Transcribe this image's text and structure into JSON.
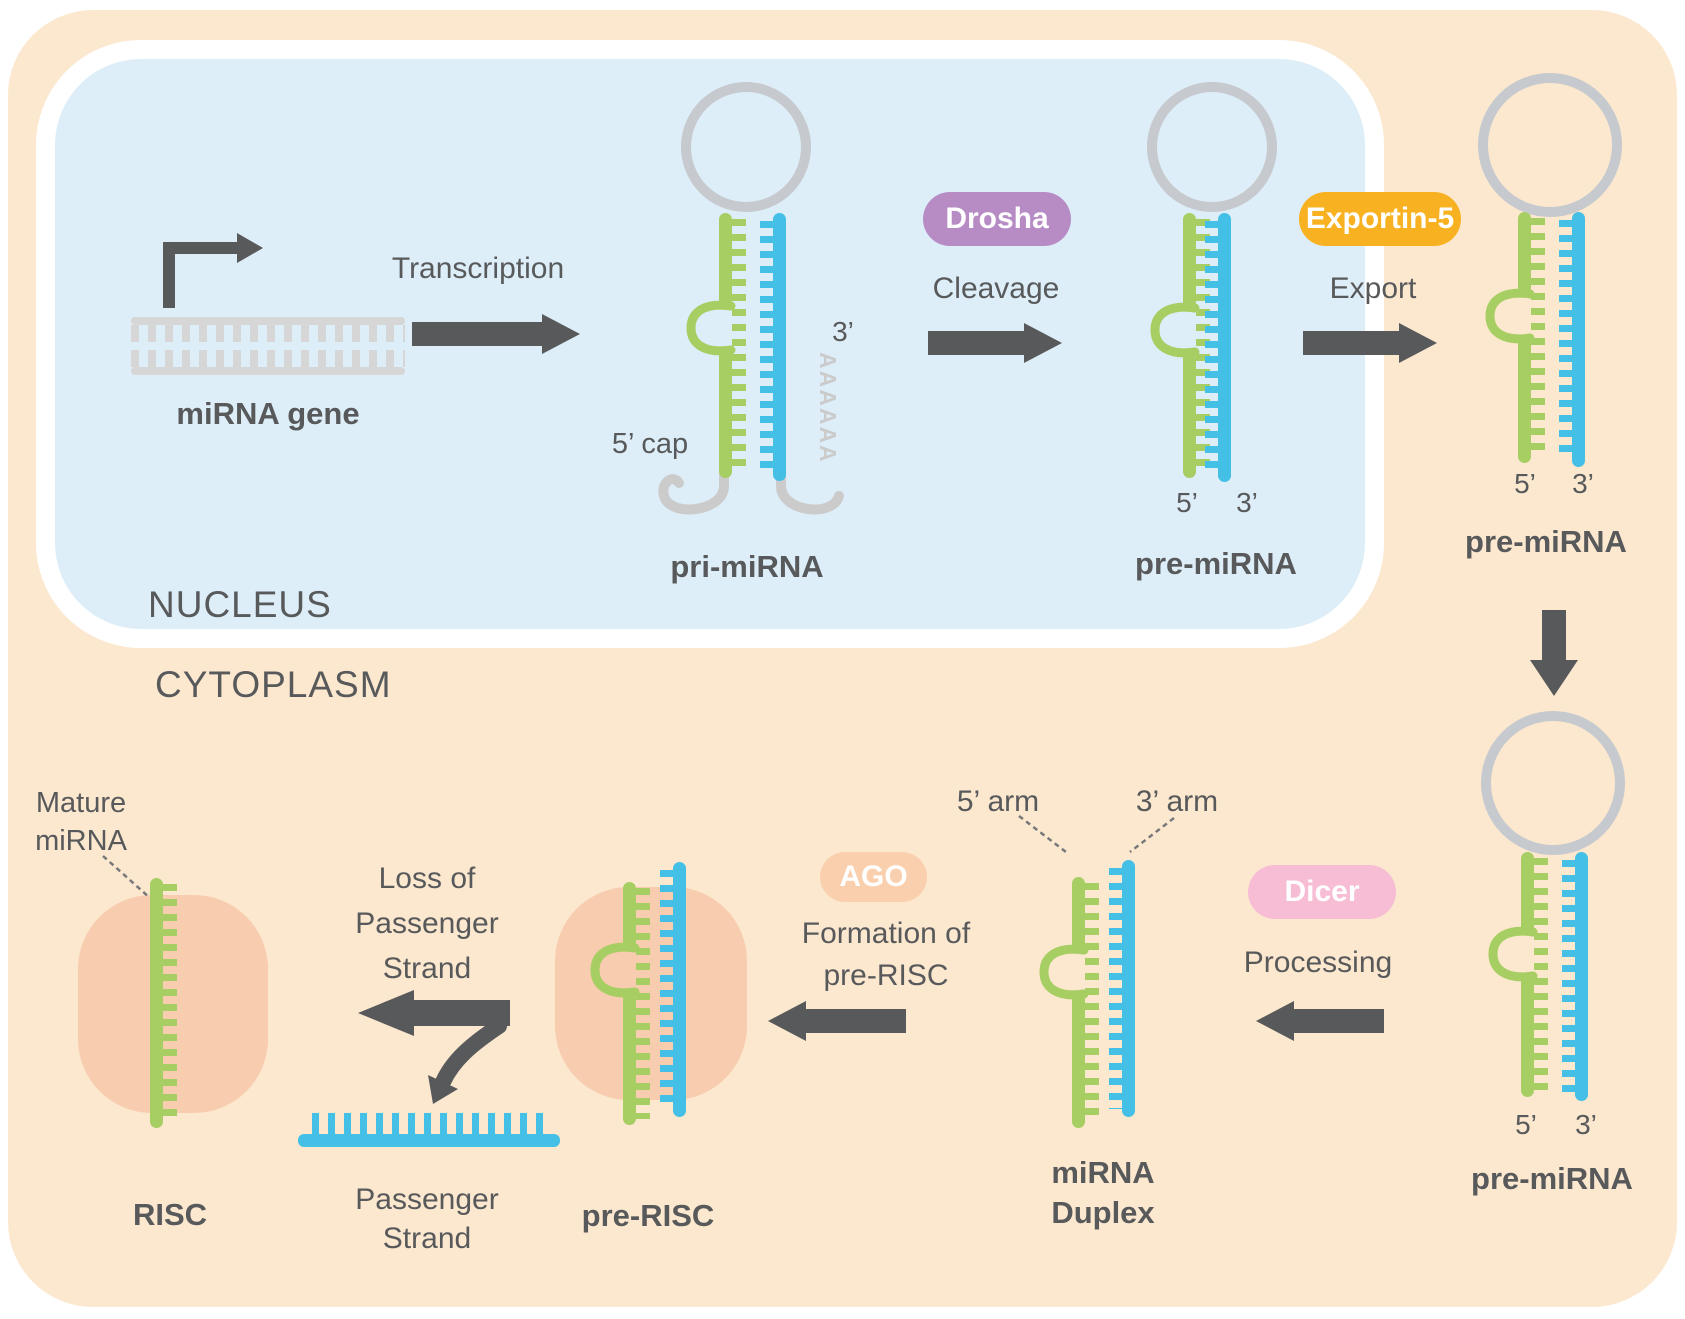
{
  "regions": {
    "nucleus": "NUCLEUS",
    "cytoplasm": "CYTOPLASM"
  },
  "stages": {
    "gene": {
      "label": "miRNA gene"
    },
    "transcription": {
      "label": "Transcription"
    },
    "pri_mirna": {
      "label": "pri-miRNA",
      "cap": "5’ cap",
      "poly_a": "AAAAAA",
      "three_prime": "3’"
    },
    "drosha": {
      "badge": "Drosha",
      "action": "Cleavage"
    },
    "pre_mirna_nucleus": {
      "label": "pre-miRNA",
      "five": "5’",
      "three": "3’"
    },
    "exportin5": {
      "badge": "Exportin-5",
      "action": "Export"
    },
    "pre_mirna_cyto_top": {
      "label": "pre-miRNA",
      "five": "5’",
      "three": "3’"
    },
    "pre_mirna_cyto_bottom": {
      "label": "pre-miRNA",
      "five": "5’",
      "three": "3’"
    },
    "dicer": {
      "badge": "Dicer",
      "action": "Processing"
    },
    "mirna_duplex": {
      "label_line1": "miRNA",
      "label_line2": "Duplex",
      "five_arm": "5’ arm",
      "three_arm": "3’ arm"
    },
    "ago": {
      "badge": "AGO",
      "action_line1": "Formation of",
      "action_line2": "pre-RISC"
    },
    "pre_risc": {
      "label": "pre-RISC"
    },
    "loss": {
      "line1": "Loss of",
      "line2": "Passenger",
      "line3": "Strand"
    },
    "passenger_strand": {
      "label_line1": "Passenger",
      "label_line2": "Strand"
    },
    "risc": {
      "label": "RISC",
      "mature_line1": "Mature",
      "mature_line2": "miRNA"
    }
  },
  "colors": {
    "green": "#a6ce62",
    "blue": "#44c0e7",
    "loop": "#c6c9ce",
    "gene_gray": "#d6d6d6",
    "tail_gray": "#cbcbcb",
    "dark": "#58595b",
    "nucleus_fill": "#ddeef8",
    "cytoplasm_fill": "#fce8cf",
    "drosha": "#b78cc5",
    "exportin": "#f8b120",
    "dicer": "#f6bdd5",
    "ago": "#f9cfad",
    "blob": "#f8ccae",
    "pointer": "#77787a"
  }
}
